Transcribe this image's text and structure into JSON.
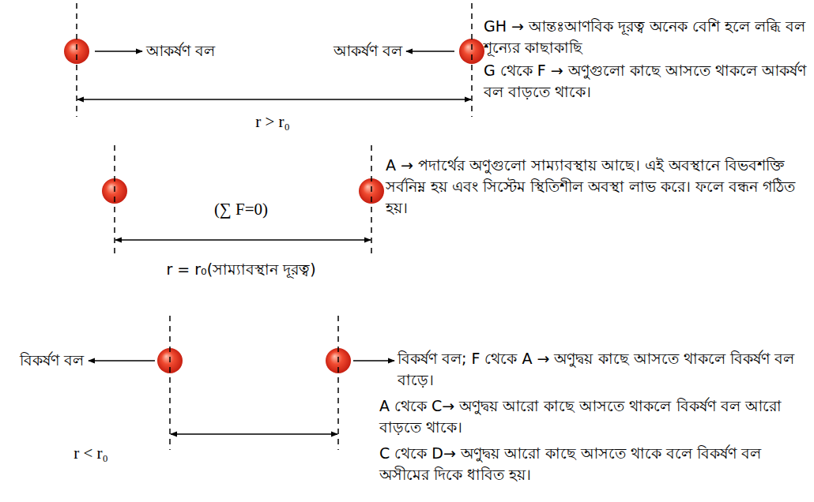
{
  "diagram": {
    "labels": [
      "আকর্ষণ বল",
      "আকর্ষণ বল",
      "GH → আন্তঃআণবিক দূরত্ব অনেক বেশি হলে লব্ধি বল শূন্যের কাছাকাছি",
      "G থেকে F → অণুগুলো কাছে আসতে থাকলে আকর্ষণ বল বাড়তে থাকে।",
      "r > r₀",
      "(∑ F=0)",
      "r = r₀(সাম্যাবস্থান দূরত্ব)",
      "A → পদার্থের অণুগুলো সাম্যাবস্থায় আছে। এই অবস্থানে বিভবশক্তি সর্বনিম্ন হয় এবং সিস্টেম স্থিতিশীল অবস্থা লাভ করে। ফলে বন্ধন গঠিত হয়।",
      "বিকর্ষণ বল",
      "বিকর্ষণ বল; F থেকে A → অণুদ্বয় কাছে আসতে থাকলে বিকর্ষণ বল বাড়ে।",
      "A থেকে C→ অণুদ্বয় আরো কাছে আসতে থাকলে বিকর্ষণ বল আরো বাড়তে থাকে।",
      "C থেকে D→ অণুদ্বয় আরো কাছে আসতে থাকে বলে বিকর্ষণ বল অসীমের দিকে ধাবিত হয়।",
      "r < r₀"
    ]
  }
}
